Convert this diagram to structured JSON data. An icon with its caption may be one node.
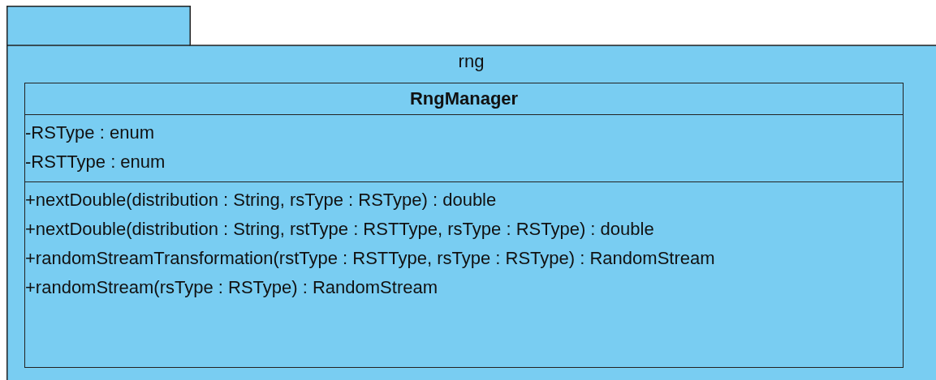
{
  "diagram": {
    "nodes": [
      {
        "text": [
          "rng"
        ]
      },
      {
        "text": [
          "RngManager"
        ],
        "in": 0
      },
      {
        "text": [
          "-RSType : enum",
          "-RSTType : enum"
        ],
        "in": 1
      },
      {
        "text": [
          "+nextDouble(distribution : String, rsType : RSType) : double",
          "+nextDouble(distribution : String, rstType : RSTType, rsType : RSType) : double",
          "+randomStreamTransformation(rstType : RSTType, rsType : RSType) : RandomStream",
          "+randomStream(rsType : RSType) : RandomStream"
        ],
        "in": 1
      }
    ]
  }
}
